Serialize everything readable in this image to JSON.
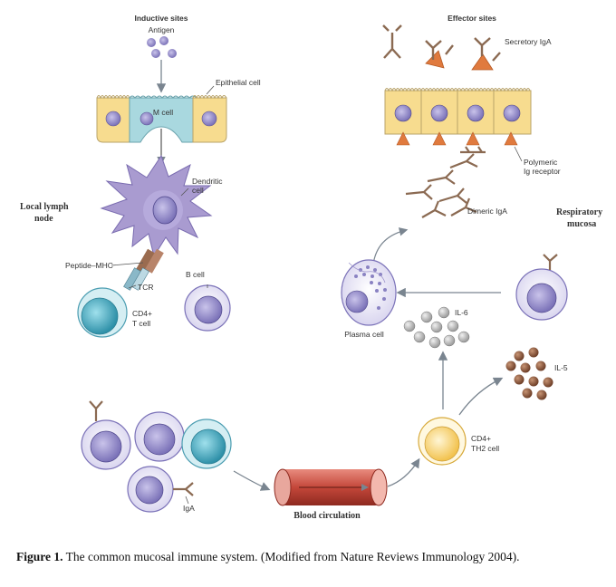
{
  "labels": {
    "inductive_sites": "Inductive sites",
    "antigen": "Antigen",
    "epithelial_cell": "Epithelial cell",
    "m_cell": "M cell",
    "dendritic_cell_1": "Dendritic",
    "dendritic_cell_2": "cell",
    "local_lymph_1": "Local lymph",
    "local_lymph_2": "node",
    "peptide_mhc": "Peptide–MHC",
    "tcr": "TCR",
    "cd4_1": "CD4+",
    "cd4_2": "T cell",
    "b_cell": "B cell",
    "effector_sites": "Effector sites",
    "secretory_iga": "Secretory IgA",
    "poly_ig_1": "Polymeric",
    "poly_ig_2": "Ig receptor",
    "dimeric_iga": "Dimeric IgA",
    "respiratory_1": "Respiratory",
    "respiratory_2": "mucosa",
    "plasma_cell": "Plasma cell",
    "il6": "IL-6",
    "il5": "IL-5",
    "th2_1": "CD4+",
    "th2_2": "TH2 cell",
    "iga": "IgA",
    "blood_circulation": "Blood circulation"
  },
  "caption": {
    "label": "Figure 1.",
    "text": " The common mucosal immune system. (Modified from Nature Reviews Immunology 2004)."
  },
  "colors": {
    "epithelial": "#f7dc8f",
    "m_cell": "#a9d8df",
    "lymphocyte_fill": "#dcd8f0",
    "dendritic": "#a99bd0",
    "cd4_cell": "#5bb6c9",
    "th2_cell": "#f6d27a",
    "iga_receptor": "#e07a3e",
    "antibody": "#8b6a52",
    "il5_dot": "#8a5a40",
    "il6_dot": "#bdbdbd",
    "blood_vessel": "#c24a3a"
  }
}
